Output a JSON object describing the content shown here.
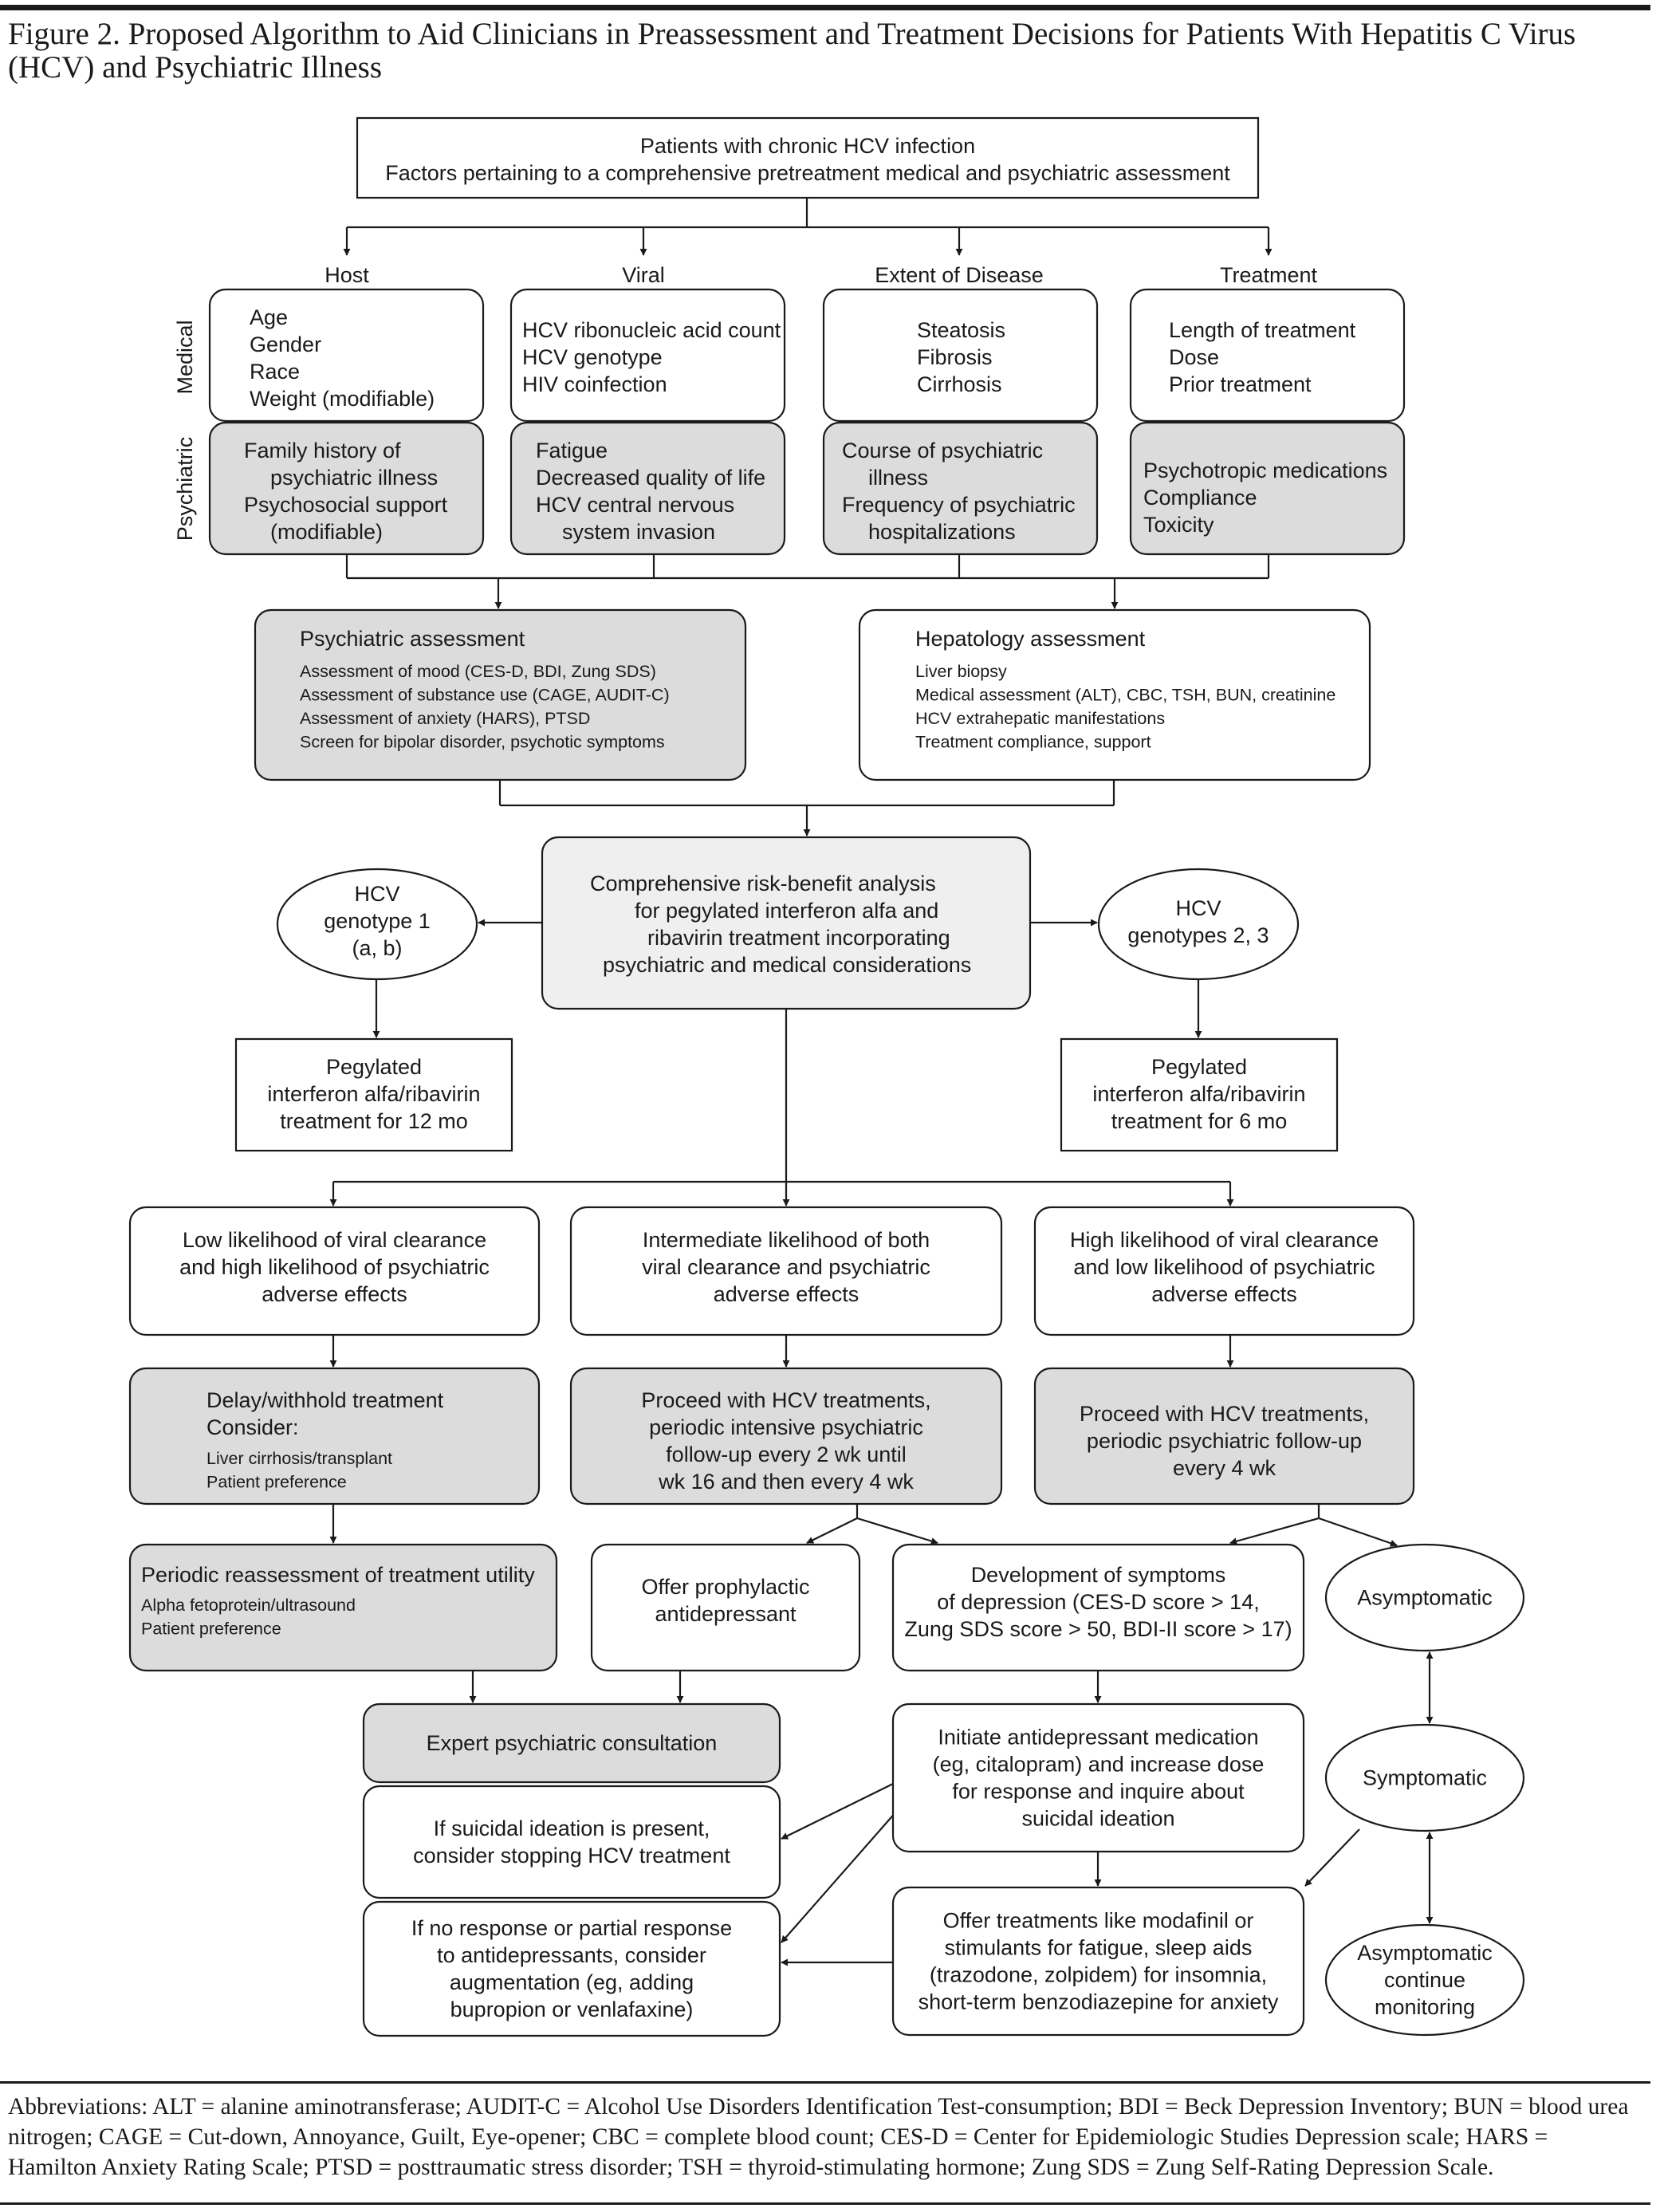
{
  "figure_title": "Figure 2. Proposed Algorithm to Aid Clinicians in Preassessment and Treatment Decisions for Patients With Hepatitis C Virus (HCV) and Psychiatric Illness",
  "abbreviations": "Abbreviations: ALT = alanine aminotransferase; AUDIT-C = Alcohol Use Disorders Identification Test-consumption; BDI = Beck Depression Inventory; BUN = blood urea nitrogen; CAGE = Cut-down, Annoyance, Guilt, Eye-opener; CBC = complete blood count; CES-D = Center for Epidemiologic Studies Depression scale; HARS = Hamilton Anxiety Rating Scale; PTSD = posttraumatic stress disorder; TSH = thyroid-stimulating hormone; Zung SDS = Zung Self-Rating Depression Scale.",
  "colors": {
    "shaded_fill": "#dcdcdc",
    "light_fill": "#efefef",
    "white_fill": "#ffffff",
    "stroke": "#1a1a1a"
  },
  "row_labels": {
    "medical": "Medical",
    "psychiatric": "Psychiatric"
  },
  "column_headers": {
    "host": "Host",
    "viral": "Viral",
    "extent": "Extent of Disease",
    "treatment": "Treatment"
  },
  "top_box": [
    "Patients with chronic HCV infection",
    "Factors pertaining to a comprehensive pretreatment medical and psychiatric assessment"
  ],
  "medical": {
    "host": [
      "Age",
      "Gender",
      "Race",
      "Weight (modifiable)"
    ],
    "viral": [
      "HCV ribonucleic acid count",
      "HCV genotype",
      "HIV coinfection"
    ],
    "extent": [
      "Steatosis",
      "Fibrosis",
      "Cirrhosis"
    ],
    "treatment": [
      "Length of treatment",
      "Dose",
      "Prior treatment"
    ]
  },
  "psychiatric": {
    "host": [
      "Family history of",
      "psychiatric illness",
      "Psychosocial support",
      "(modifiable)"
    ],
    "viral": [
      "Fatigue",
      "Decreased quality of life",
      "HCV central nervous",
      "system invasion"
    ],
    "extent": [
      "Course of psychiatric",
      "illness",
      "Frequency of psychiatric",
      "hospitalizations"
    ],
    "treatment": [
      "Psychotropic medications",
      "Compliance",
      "Toxicity"
    ]
  },
  "psych_assessment": {
    "title": "Psychiatric assessment",
    "items": [
      "Assessment of mood (CES-D, BDI, Zung SDS)",
      "Assessment of substance use (CAGE, AUDIT-C)",
      "Assessment of anxiety (HARS), PTSD",
      "Screen for bipolar disorder, psychotic symptoms"
    ]
  },
  "hepatology_assessment": {
    "title": "Hepatology assessment",
    "items": [
      "Liver biopsy",
      "Medical assessment (ALT), CBC, TSH, BUN, creatinine",
      "HCV extrahepatic manifestations",
      "Treatment compliance, support"
    ]
  },
  "risk_benefit": [
    "Comprehensive risk-benefit analysis",
    "for pegylated interferon alfa and",
    "ribavirin treatment incorporating",
    "psychiatric and medical considerations"
  ],
  "genotype1": [
    "HCV",
    "genotype 1",
    "(a, b)"
  ],
  "genotype23": [
    "HCV",
    "genotypes 2, 3"
  ],
  "treat12": [
    "Pegylated",
    "interferon alfa/ribavirin",
    "treatment for 12 mo"
  ],
  "treat6": [
    "Pegylated",
    "interferon alfa/ribavirin",
    "treatment for 6 mo"
  ],
  "low_likelihood": [
    "Low likelihood of viral clearance",
    "and high likelihood of psychiatric",
    "adverse effects"
  ],
  "intermediate_likelihood": [
    "Intermediate likelihood of both",
    "viral clearance and psychiatric",
    "adverse effects"
  ],
  "high_likelihood": [
    "High likelihood of viral clearance",
    "and low likelihood of psychiatric",
    "adverse effects"
  ],
  "delay": {
    "lines": [
      "Delay/withhold treatment",
      "Consider:"
    ],
    "items": [
      "Liver cirrhosis/transplant",
      "Patient preference"
    ]
  },
  "proceed_intensive": [
    "Proceed with HCV treatments,",
    "periodic intensive psychiatric",
    "follow-up every 2 wk until",
    "wk 16 and then every 4 wk"
  ],
  "proceed_periodic": [
    "Proceed with HCV treatments,",
    "periodic psychiatric follow-up",
    "every 4 wk"
  ],
  "reassessment": {
    "title": "Periodic reassessment of treatment utility",
    "items": [
      "Alpha fetoprotein/ultrasound",
      "Patient preference"
    ]
  },
  "prophylactic": [
    "Offer prophylactic",
    "antidepressant"
  ],
  "depression_symptoms": [
    "Development of symptoms",
    "of depression (CES-D score > 14,",
    "Zung SDS score > 50, BDI-II score > 17)"
  ],
  "asymptomatic": [
    "Asymptomatic"
  ],
  "expert_consult": [
    "Expert psychiatric consultation"
  ],
  "suicidal": [
    "If suicidal ideation is present,",
    "consider stopping HCV treatment"
  ],
  "no_response": [
    "If no response or partial response",
    "to antidepressants, consider",
    "augmentation (eg, adding",
    "bupropion or venlafaxine)"
  ],
  "initiate_ad": [
    "Initiate antidepressant medication",
    "(eg, citalopram) and increase dose",
    "for response and inquire about",
    "suicidal ideation"
  ],
  "symptomatic": [
    "Symptomatic"
  ],
  "offer_treatments": [
    "Offer treatments like modafinil or",
    "stimulants for fatigue, sleep aids",
    "(trazodone, zolpidem) for insomnia,",
    "short-term benzodiazepine for anxiety"
  ],
  "asymptomatic_monitor": [
    "Asymptomatic",
    "continue",
    "monitoring"
  ]
}
